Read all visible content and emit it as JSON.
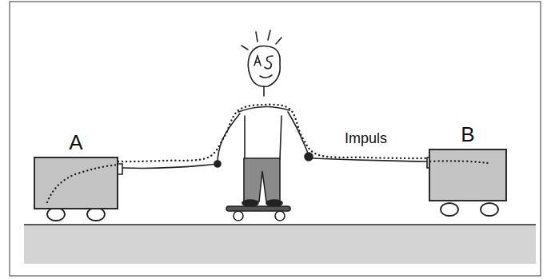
{
  "diagram": {
    "nodes": [
      {
        "text": [
          "A"
        ]
      },
      {
        "text": [
          "B"
        ]
      }
    ],
    "edges": [
      {
        "from": 0,
        "to": 1,
        "arrow": "none",
        "label": "Impuls"
      }
    ]
  }
}
